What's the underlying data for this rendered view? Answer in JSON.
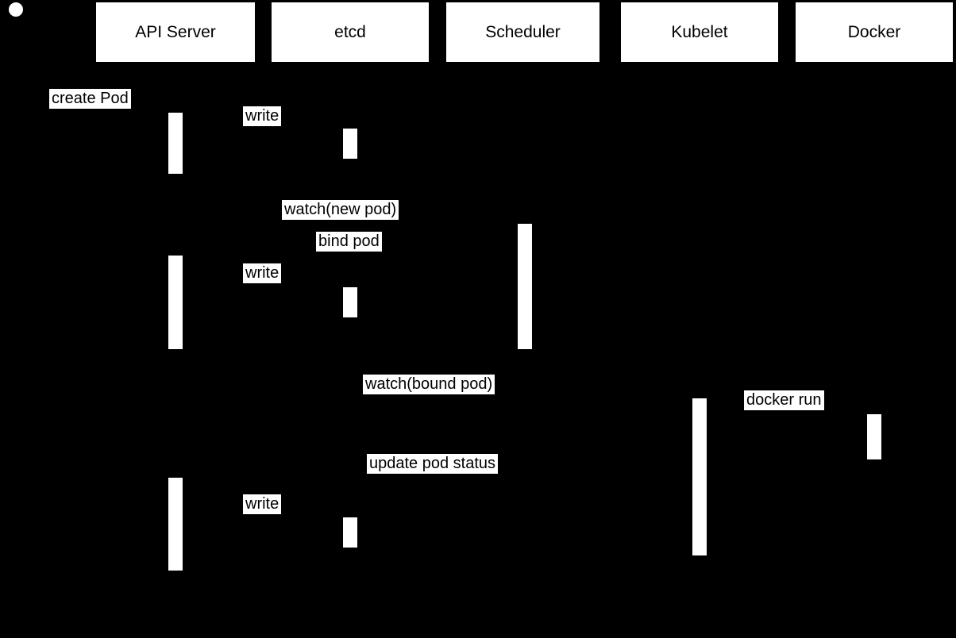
{
  "diagram": {
    "type": "sequence",
    "colors": {
      "background": "#000000",
      "shape_fill": "#ffffff",
      "text": "#000000"
    },
    "participants": [
      {
        "name": "API Server"
      },
      {
        "name": "etcd"
      },
      {
        "name": "Scheduler"
      },
      {
        "name": "Kubelet"
      },
      {
        "name": "Docker"
      }
    ],
    "messages": [
      {
        "label": "create Pod"
      },
      {
        "label": "write"
      },
      {
        "label": "watch(new pod)"
      },
      {
        "label": "bind pod"
      },
      {
        "label": "write"
      },
      {
        "label": "watch(bound pod)"
      },
      {
        "label": "docker run"
      },
      {
        "label": "update pod status"
      },
      {
        "label": "write"
      }
    ]
  }
}
